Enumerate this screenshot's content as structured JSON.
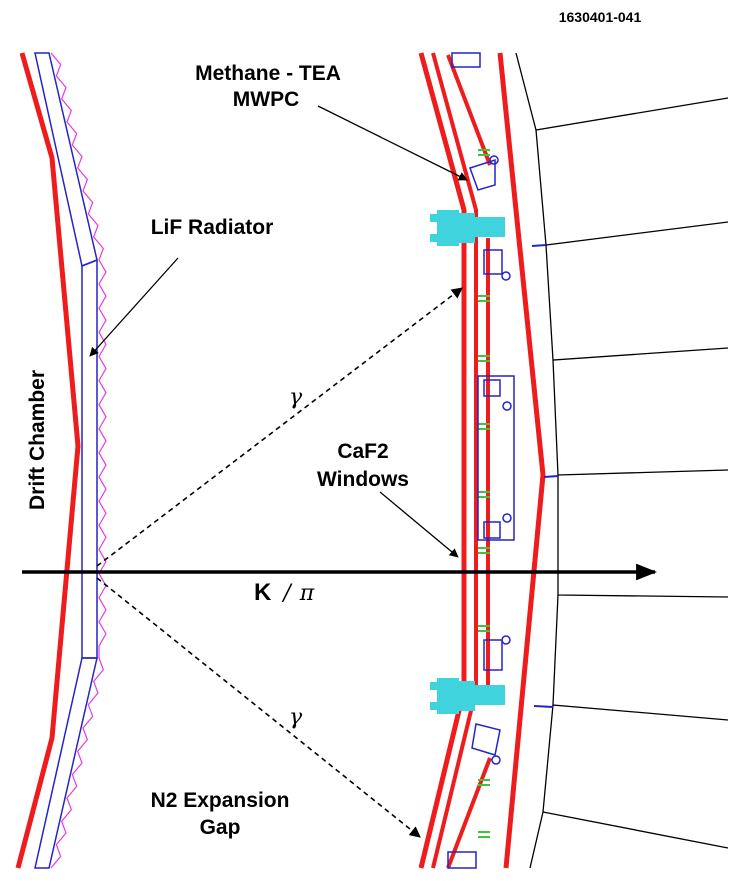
{
  "figure_id": "1630401-041",
  "labels": {
    "mwpc_line1": "Methane - TEA",
    "mwpc_line2": "MWPC",
    "radiator": "LiF Radiator",
    "drift_chamber": "Drift Chamber",
    "windows_line1": "CaF2",
    "windows_line2": "Windows",
    "particle_k": "K",
    "particle_slash": "/",
    "particle_pi": "π",
    "gamma_upper": "γ",
    "gamma_lower": "γ",
    "gap_line1": "N2 Expansion",
    "gap_line2": "Gap"
  },
  "colors": {
    "red": "#ee1c1c",
    "blue": "#2424c8",
    "cyan": "#3fd3dd",
    "magenta": "#e23ce2",
    "green": "#3cc43c",
    "black": "#000000"
  }
}
